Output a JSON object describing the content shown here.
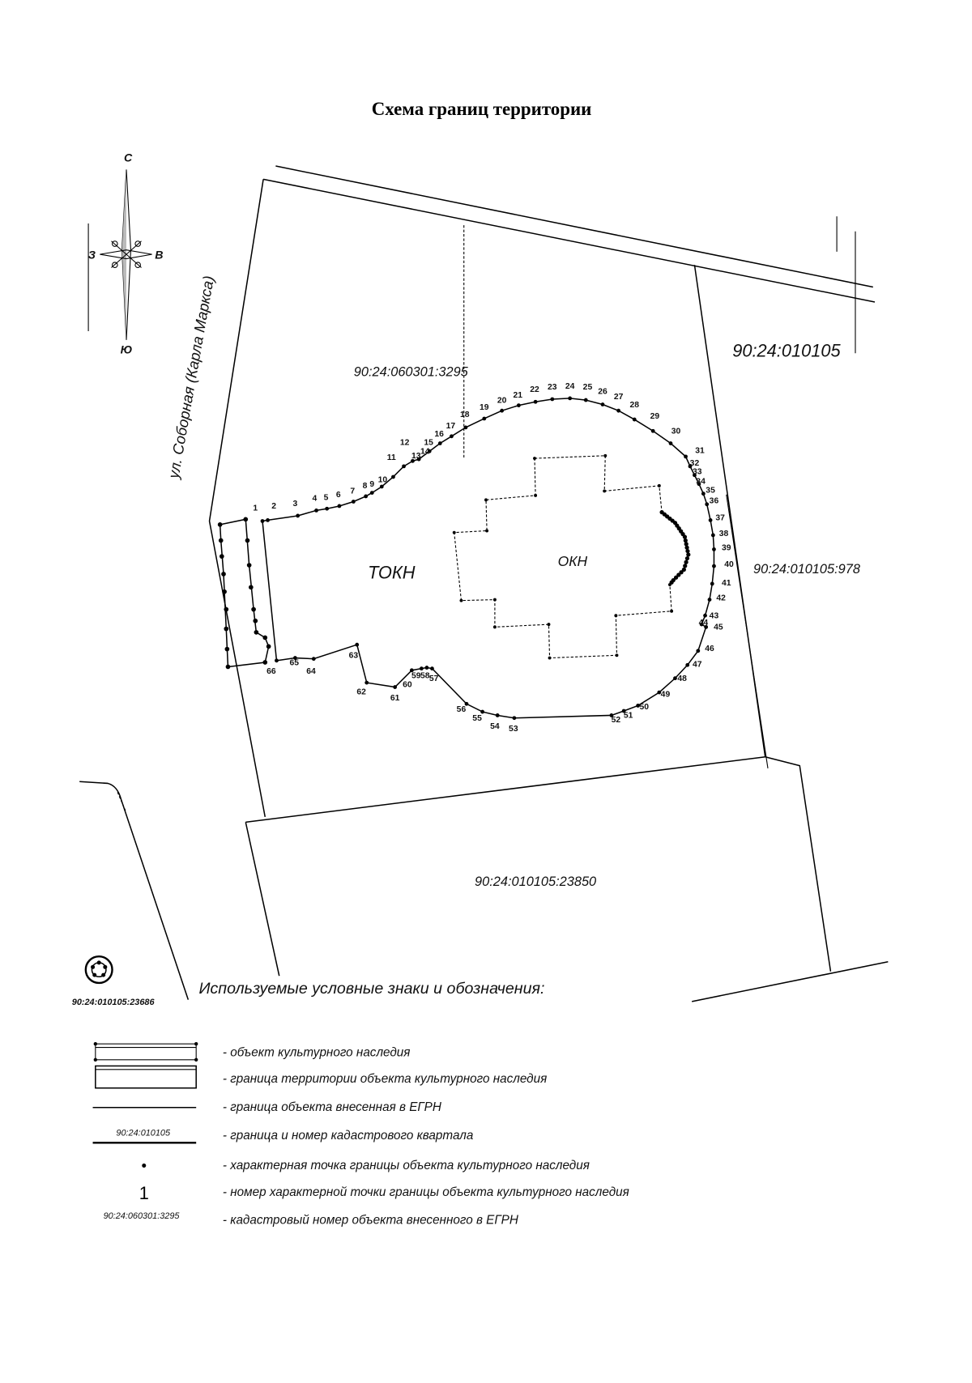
{
  "title": "Схема границ территории",
  "colors": {
    "ink": "#000000",
    "paper": "#ffffff"
  },
  "compass": {
    "north": "С",
    "west": "З",
    "east": "В",
    "south": "Ю"
  },
  "map": {
    "street_label": "ул. Соборная (Карла Маркса)",
    "parcel_3295": "90:24:060301:3295",
    "quarter_label": "90:24:010105",
    "parcel_978": "90:24:010105:978",
    "parcel_23850": "90:24:010105:23850",
    "parcel_23686": "90:24:010105:23686",
    "tokn_label": "ТОКН",
    "okn_label": "ОКН",
    "point_numbers": [
      "1",
      "2",
      "3",
      "4",
      "5",
      "6",
      "7",
      "8",
      "9",
      "10",
      "11",
      "12",
      "13",
      "14",
      "15",
      "16",
      "17",
      "18",
      "19",
      "20",
      "21",
      "22",
      "23",
      "24",
      "25",
      "26",
      "27",
      "28",
      "29",
      "30",
      "31",
      "32",
      "33",
      "34",
      "35",
      "36",
      "37",
      "38",
      "39",
      "40",
      "41",
      "42",
      "43",
      "44",
      "45",
      "46",
      "47",
      "48",
      "49",
      "50",
      "51",
      "52",
      "53",
      "54",
      "55",
      "56",
      "57",
      "58",
      "59",
      "60",
      "61",
      "62",
      "63",
      "64",
      "65",
      "66"
    ]
  },
  "legend": {
    "header": "Используемые условные знаки и обозначения:",
    "items": [
      {
        "text": "- объект культурного наследия"
      },
      {
        "text": "- граница территории объекта культурного наследия"
      },
      {
        "text": "- граница объекта внесенная в ЕГРН"
      },
      {
        "sample": "90:24:010105",
        "text": "- граница и номер кадастрового квартала"
      },
      {
        "sample": "•",
        "text": "- характерная точка границы объекта культурного наследия"
      },
      {
        "sample": "1",
        "text": "- номер характерной точки границы объекта культурного наследия"
      },
      {
        "sample": "90:24:060301:3295",
        "text": "- кадастровый номер объекта внесенного в ЕГРН"
      }
    ]
  }
}
